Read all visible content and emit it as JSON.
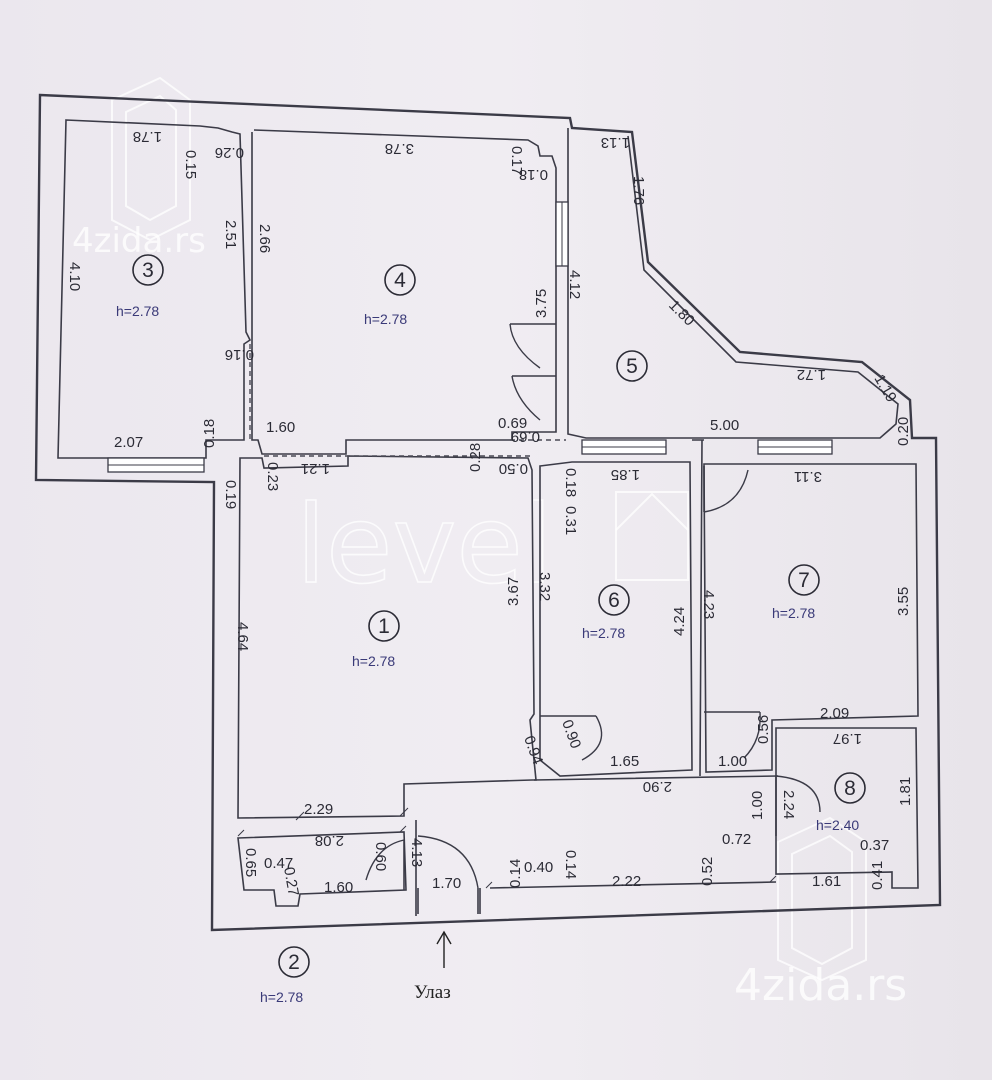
{
  "rooms": [
    {
      "number": "1",
      "height": "h=2.78"
    },
    {
      "number": "2",
      "height": "h=2.78"
    },
    {
      "number": "3",
      "height": "h=2.78"
    },
    {
      "number": "4",
      "height": "h=2.78"
    },
    {
      "number": "5"
    },
    {
      "number": "6",
      "height": "h=2.78"
    },
    {
      "number": "7",
      "height": "h=2.78"
    },
    {
      "number": "8",
      "height": "h=2.40"
    }
  ],
  "entrance_label": "Улаз",
  "watermarks": {
    "level": "level",
    "site_1": "4zida.rs",
    "site_2": "4zida.rs"
  },
  "dimensions": {
    "d_1_78": "1.78",
    "d_0_15": "0.15",
    "d_0_26": "0.26",
    "d_3_78": "3.78",
    "d_0_17": "0.17",
    "d_0_18a": "0.18",
    "d_1_13": "1.13",
    "d_1_76": "1.76",
    "d_2_51": "2.51",
    "d_2_66": "2.66",
    "d_4_10": "4.10",
    "d_3_75": "3.75",
    "d_4_12": "4.12",
    "d_1_80": "1.80",
    "d_0_16": "0.16",
    "d_1_72": "1.72",
    "d_1_19": "1.19",
    "d_0_69": "0.69",
    "d_2_07": "2.07",
    "d_0_18b": "0.18",
    "d_1_60a": "1.60",
    "d_0_28": "0.28",
    "d_5_00": "5.00",
    "d_0_20": "0.20",
    "d_0_23": "0.23",
    "d_1_21": "1.21",
    "d_0_19": "0.19",
    "d_0_50": "0.50",
    "d_0_18c": "0.18",
    "d_1_85": "1.85",
    "d_3_11": "3.11",
    "d_0_31": "0.31",
    "d_4_64": "4.64",
    "d_3_67": "3.67",
    "d_3_32": "3.32",
    "d_4_24": "4.24",
    "d_4_23": "4.23",
    "d_3_55": "3.55",
    "d_0_56": "0.56",
    "d_2_09": "2.09",
    "d_0_90": "0.90",
    "d_0_94": "0.94",
    "d_1_65": "1.65",
    "d_1_00a": "1.00",
    "d_1_97": "1.97",
    "d_2_90": "2.90",
    "d_2_29": "2.29",
    "d_1_00b": "1.00",
    "d_2_24": "2.24",
    "d_1_81": "1.81",
    "d_2_08": "2.08",
    "d_0_72": "0.72",
    "d_0_47": "0.47",
    "d_0_65": "0.65",
    "d_0_60": "0.60",
    "d_4_13": "4.13",
    "d_0_14a": "0.14",
    "d_0_40": "0.40",
    "d_0_14b": "0.14",
    "d_0_52": "0.52",
    "d_0_37": "0.37",
    "d_0_27": "0.27",
    "d_1_60b": "1.60",
    "d_1_70": "1.70",
    "d_2_22": "2.22",
    "d_1_61": "1.61",
    "d_0_41": "0.41"
  }
}
